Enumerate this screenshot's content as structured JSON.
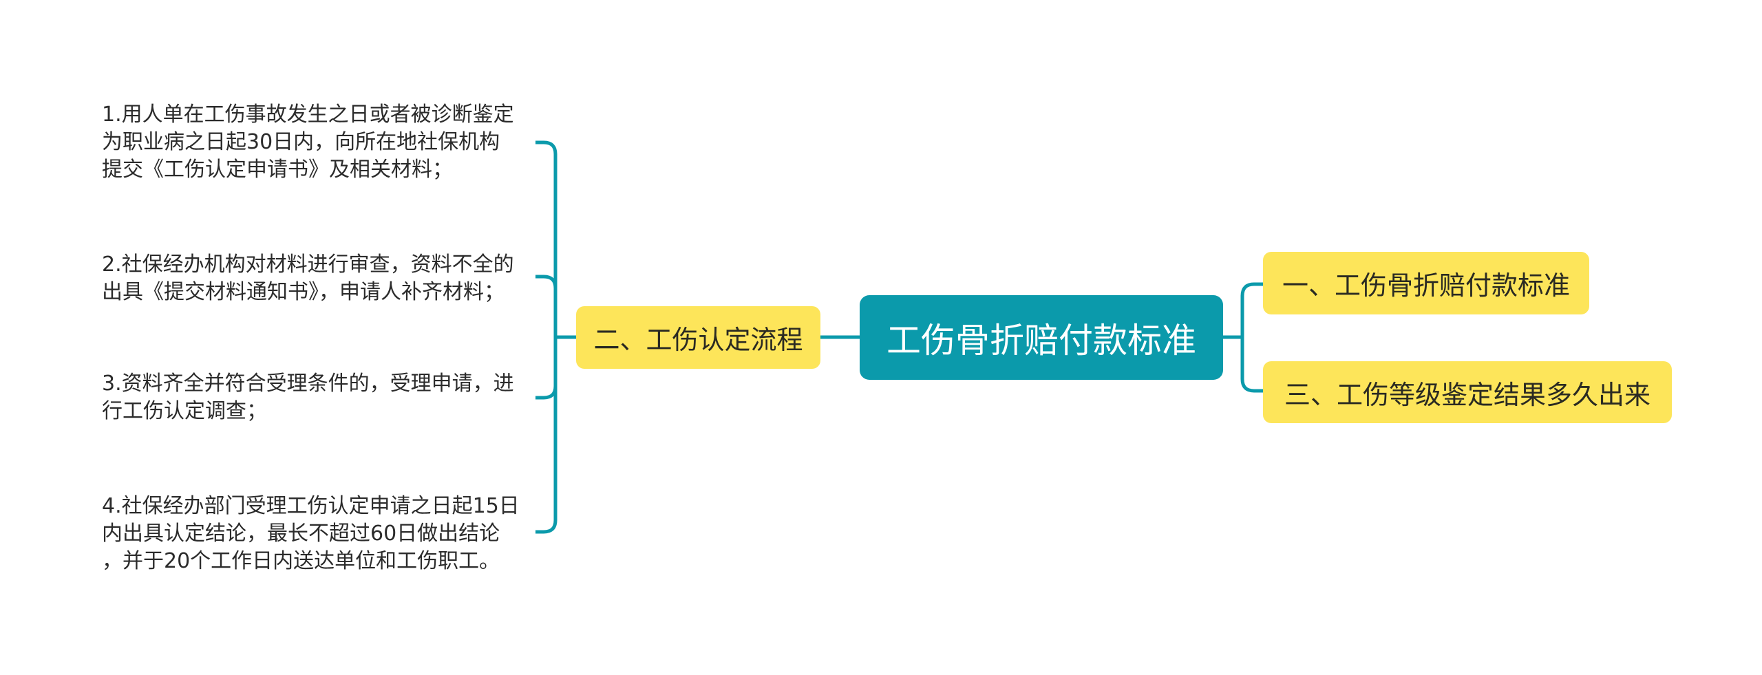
{
  "colors": {
    "root_bg": "#0B9AAB",
    "topic_bg": "#FDE55A",
    "connector": "#0B9AAB",
    "text_dark": "#2b2b2b",
    "text_light": "#ffffff"
  },
  "root": {
    "label": "工伤骨折赔付款标准"
  },
  "topics": {
    "left": {
      "label": "二、工伤认定流程"
    },
    "right": [
      {
        "label": "一、工伤骨折赔付款标准"
      },
      {
        "label": "三、工伤等级鉴定结果多久出来"
      }
    ]
  },
  "leaves": [
    {
      "lines": [
        "1.用人单在工伤事故发生之日或者被诊断鉴定",
        "为职业病之日起30日内，向所在地社保机构",
        "提交《工伤认定申请书》及相关材料；"
      ]
    },
    {
      "lines": [
        "2.社保经办机构对材料进行审查，资料不全的",
        "出具《提交材料通知书》，申请人补齐材料；"
      ]
    },
    {
      "lines": [
        "3.资料齐全并符合受理条件的，受理申请，进",
        "行工伤认定调查；"
      ]
    },
    {
      "lines": [
        "4.社保经办部门受理工伤认定申请之日起15日",
        "内出具认定结论，最长不超过60日做出结论",
        "，并于20个工作日内送达单位和工伤职工。"
      ]
    }
  ]
}
